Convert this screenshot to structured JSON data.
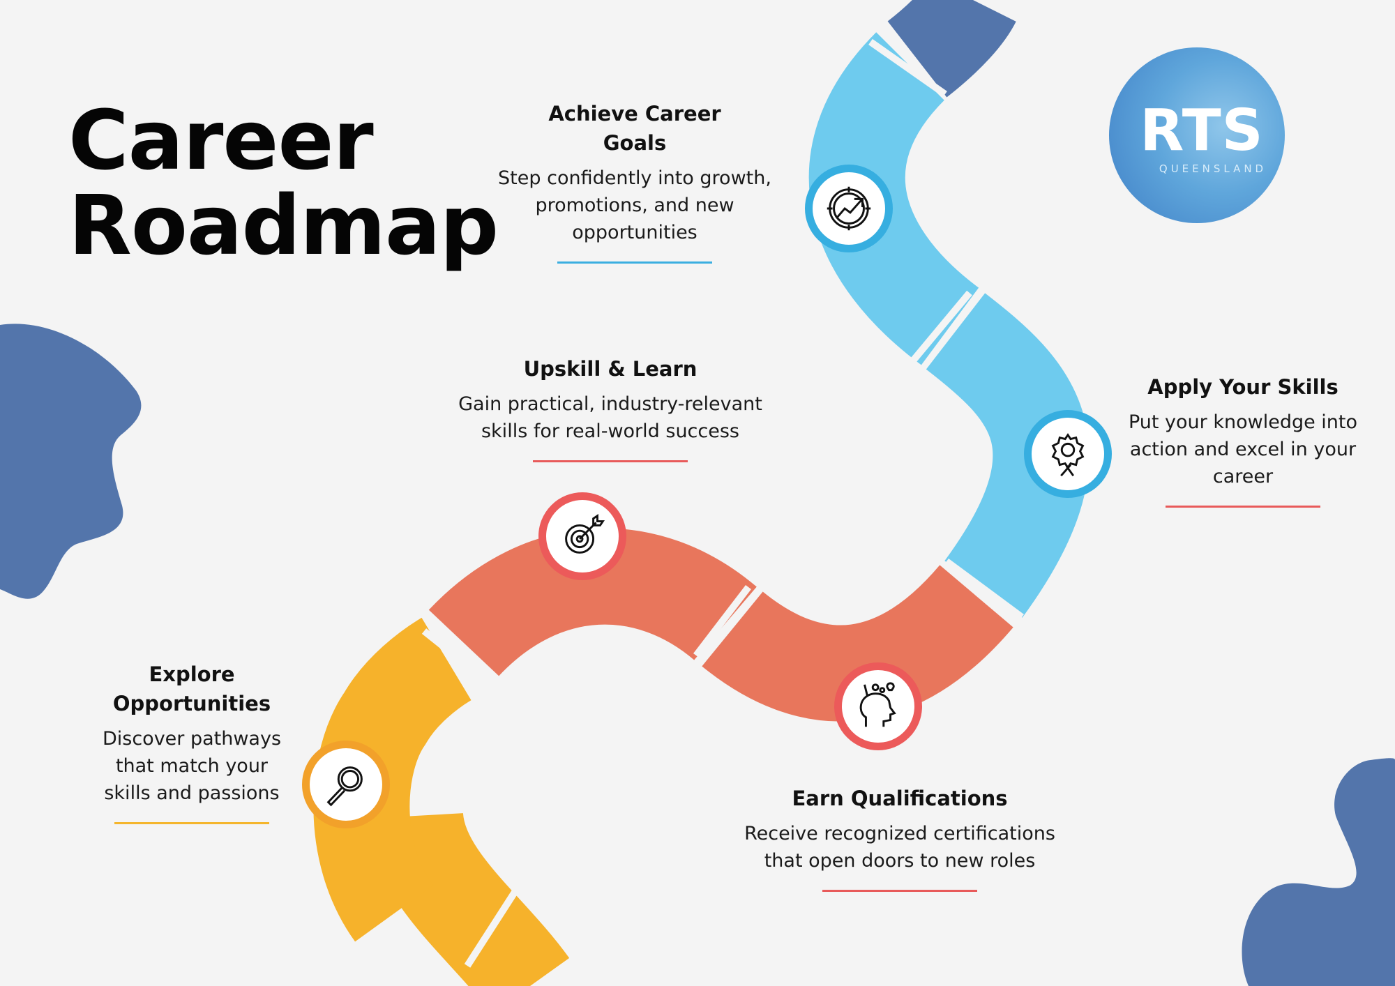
{
  "title": {
    "line1": "Career",
    "line2": "Roadmap"
  },
  "logo": {
    "brand": "RTS",
    "sub": "QUEENSLAND"
  },
  "steps": [
    {
      "title": "Explore Opportunities",
      "text": "Discover pathways that match your skills and passions",
      "icon": "magnifier-icon",
      "color": "#f2a12a"
    },
    {
      "title": "Upskill & Learn",
      "text": "Gain practical, industry-relevant skills for real-world success",
      "icon": "target-icon",
      "color": "#ec5a5a"
    },
    {
      "title": "Earn Qualifications",
      "text": "Receive recognized certifications that open doors to new roles",
      "icon": "head-ideas-icon",
      "color": "#ec5a5a"
    },
    {
      "title": "Apply Your Skills",
      "text": "Put your knowledge into action and excel in your career",
      "icon": "gear-tools-icon",
      "color": "#36aee0"
    },
    {
      "title": "Achieve Career Goals",
      "text": "Step confidently into growth, promotions, and new opportunities",
      "icon": "growth-chart-icon",
      "color": "#36aee0"
    }
  ],
  "colors": {
    "road_yellow": "#f6b22b",
    "road_red": "#e8765c",
    "road_blue": "#6ecbee",
    "road_dark": "#5375ab",
    "blob": "#5375ab",
    "rule_red": "#e85a5a",
    "rule_yellow": "#f4b52c",
    "rule_blue": "#3aaee0"
  }
}
